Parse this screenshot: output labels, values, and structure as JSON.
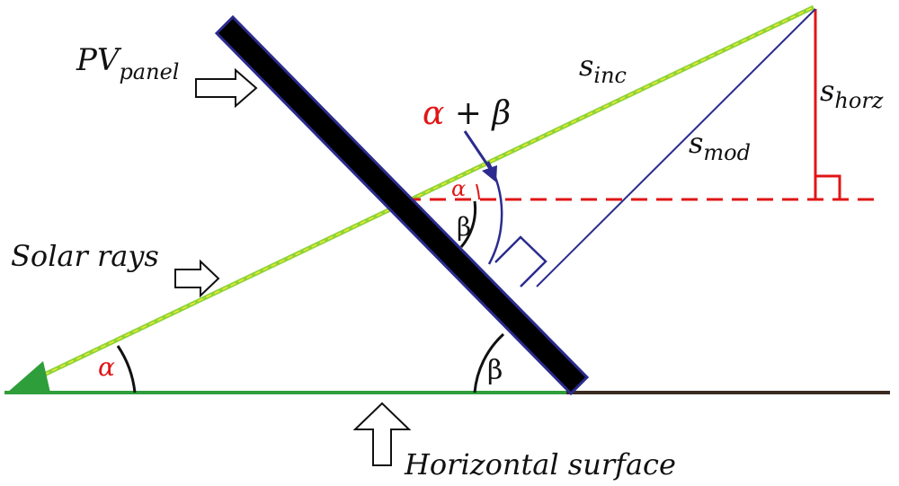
{
  "labels": {
    "pv_panel": "PV",
    "pv_panel_sub": "panel",
    "solar_rays": "Solar rays",
    "horizontal_surface": "Horizontal surface",
    "s_inc": "s",
    "s_inc_sub": "inc",
    "s_mod": "s",
    "s_mod_sub": "mod",
    "s_horz": "s",
    "s_horz_sub": "horz",
    "alpha": "α",
    "beta": "β",
    "alpha_plus_beta_a": "α",
    "alpha_plus_beta_rest": " + β"
  },
  "colors": {
    "ground": "#2e9e3a",
    "ground_dark": "#3a2a20",
    "ray": "#8fd43a",
    "ray_highlight": "#f2ea2a",
    "panel_fill": "#000000",
    "panel_border": "#2b2b8f",
    "horizontal_ref": "#e01616",
    "s_horz_line": "#e01616",
    "s_mod_line": "#2b2b8f",
    "angle_arc": "#111111",
    "alpha_beta_arc": "#2b2b8f",
    "arrow_fill": "#ffffff",
    "arrow_stroke": "#111111"
  }
}
